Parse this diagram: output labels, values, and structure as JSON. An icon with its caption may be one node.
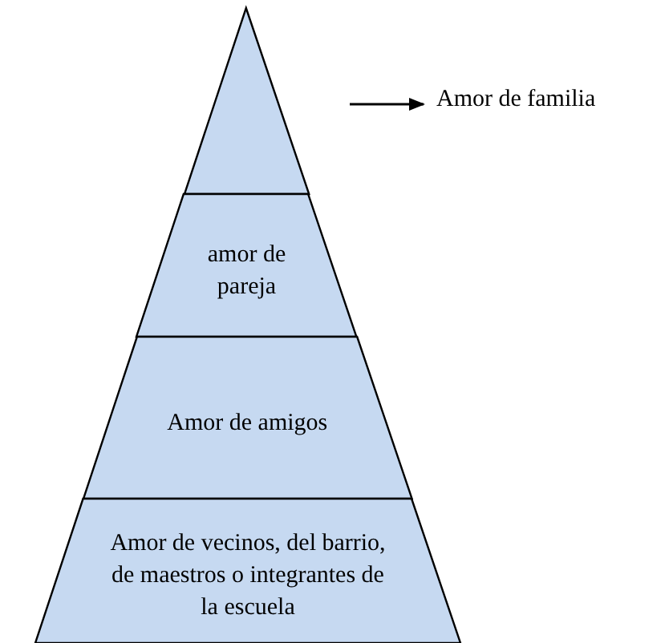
{
  "diagram": {
    "nodes": [
      {
        "text": [],
        "shape": "triangle"
      },
      {
        "text": [
          "amor de pareja"
        ]
      },
      {
        "text": [
          "Amor de amigos"
        ]
      },
      {
        "text": [
          "Amor de vecinos, del barrio, de maestros o integrantes de la escuela"
        ]
      },
      {
        "text": [
          "Amor de familia"
        ]
      }
    ],
    "edges": [
      {
        "from": 0,
        "to": 4,
        "arrow": "to"
      }
    ]
  }
}
